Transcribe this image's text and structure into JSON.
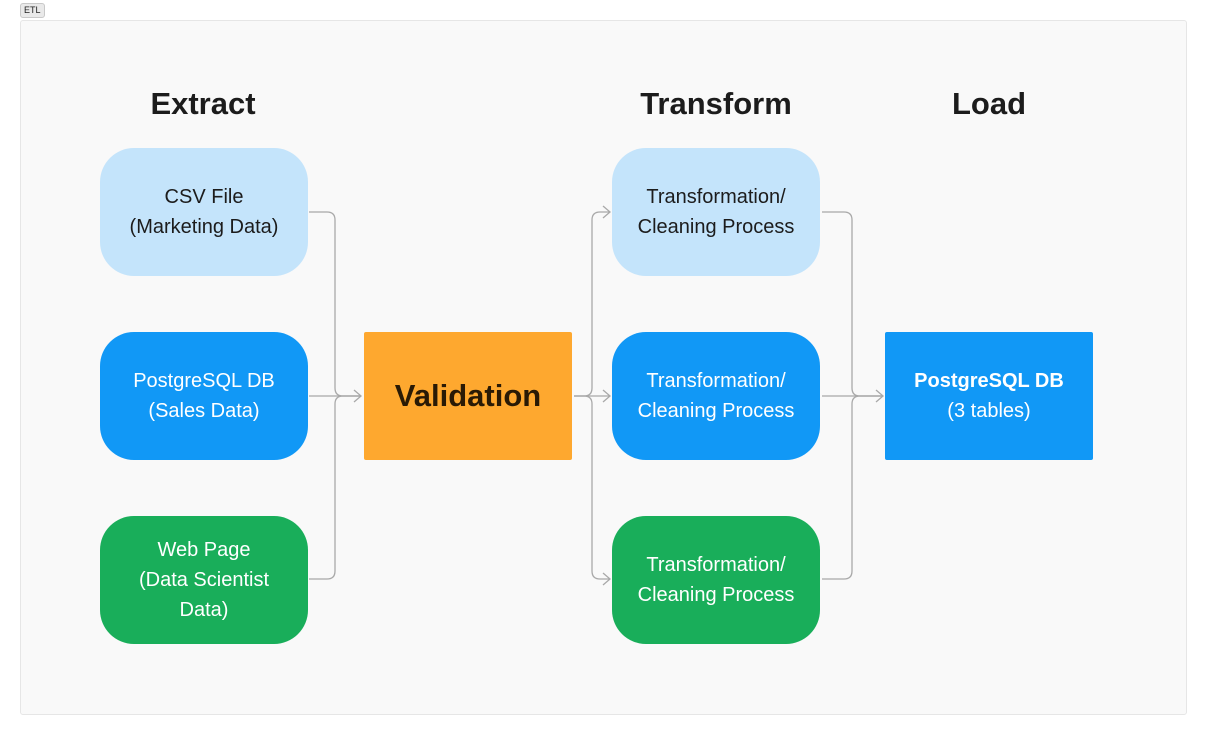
{
  "tag": "ETL",
  "headings": {
    "extract": "Extract",
    "transform": "Transform",
    "load": "Load"
  },
  "sources": [
    {
      "text": "CSV File\n(Marketing Data)",
      "color": "#c4e4fb"
    },
    {
      "text": "PostgreSQL DB\n(Sales Data)",
      "color": "#1198f6"
    },
    {
      "text": "Web Page\n(Data Scientist\nData)",
      "color": "#19ae5a"
    }
  ],
  "validation": {
    "text": "Validation",
    "color": "#fea82f"
  },
  "transforms": [
    {
      "text": "Transformation/\nCleaning Process",
      "color": "#c4e4fb"
    },
    {
      "text": "Transformation/\nCleaning Process",
      "color": "#1198f6"
    },
    {
      "text": "Transformation/\nCleaning Process",
      "color": "#19ae5a"
    }
  ],
  "target": {
    "title": "PostgreSQL DB",
    "subtitle": "(3 tables)",
    "color": "#1198f6"
  }
}
